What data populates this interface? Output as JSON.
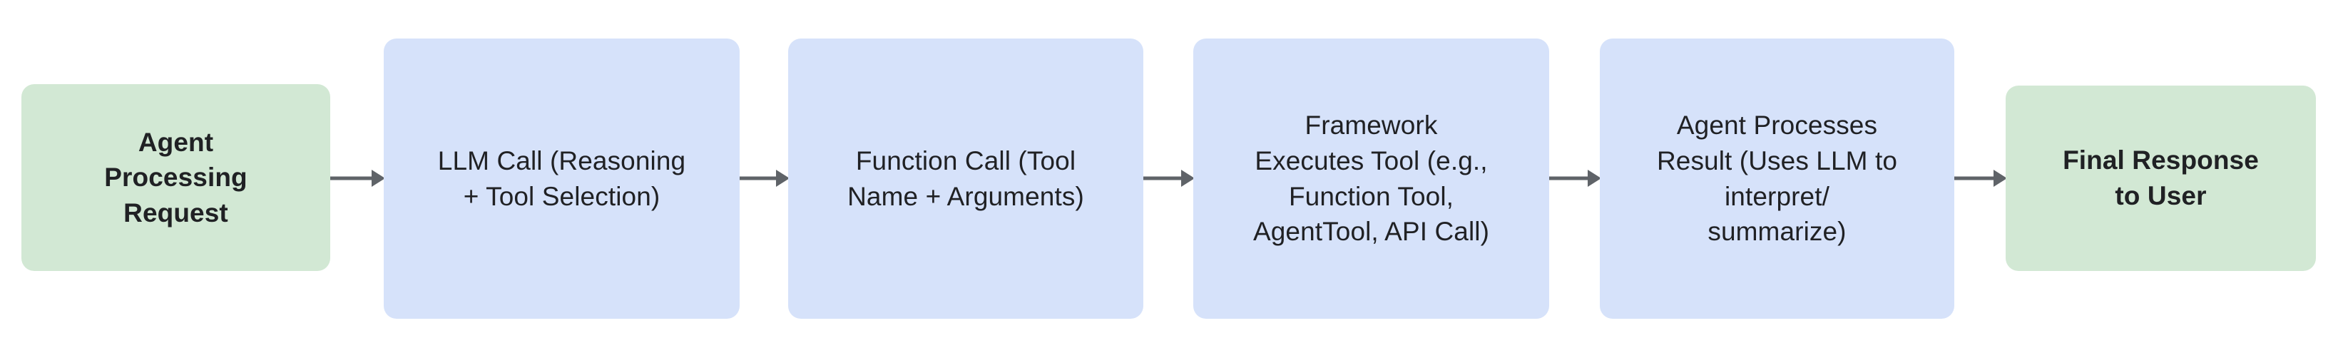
{
  "diagram": {
    "type": "flowchart",
    "orientation": "left-to-right",
    "background_color": "#ffffff",
    "colors": {
      "terminal_fill": "#d2e8d4",
      "process_fill": "#d6e2fa",
      "text": "#202124",
      "connector": "#5f6368"
    },
    "nodes": [
      {
        "id": "node-1",
        "kind": "terminal",
        "label": "Agent\nProcessing\nRequest",
        "fill": "#d2e8d4"
      },
      {
        "id": "node-2",
        "kind": "process",
        "label": "LLM Call (Reasoning\n+ Tool Selection)",
        "fill": "#d6e2fa"
      },
      {
        "id": "node-3",
        "kind": "process",
        "label": "Function Call (Tool\nName + Arguments)",
        "fill": "#d6e2fa"
      },
      {
        "id": "node-4",
        "kind": "process",
        "label": "Framework\nExecutes Tool (e.g.,\nFunction Tool,\nAgentTool, API Call)",
        "fill": "#d6e2fa"
      },
      {
        "id": "node-5",
        "kind": "process",
        "label": "Agent Processes\nResult (Uses LLM to\ninterpret/\nsummarize)",
        "fill": "#d6e2fa"
      },
      {
        "id": "node-6",
        "kind": "terminal",
        "label": "Final Response\nto User",
        "fill": "#d2e8d4"
      }
    ],
    "connectors": [
      {
        "id": "conn-1",
        "from": "node-1",
        "to": "node-2",
        "style": "solid-arrow",
        "label": ""
      },
      {
        "id": "conn-2",
        "from": "node-2",
        "to": "node-3",
        "style": "solid-arrow",
        "label": ""
      },
      {
        "id": "conn-3",
        "from": "node-3",
        "to": "node-4",
        "style": "solid-arrow",
        "label": ""
      },
      {
        "id": "conn-4",
        "from": "node-4",
        "to": "node-5",
        "style": "solid-arrow",
        "label": ""
      },
      {
        "id": "conn-5",
        "from": "node-5",
        "to": "node-6",
        "style": "solid-arrow",
        "label": ""
      }
    ]
  }
}
